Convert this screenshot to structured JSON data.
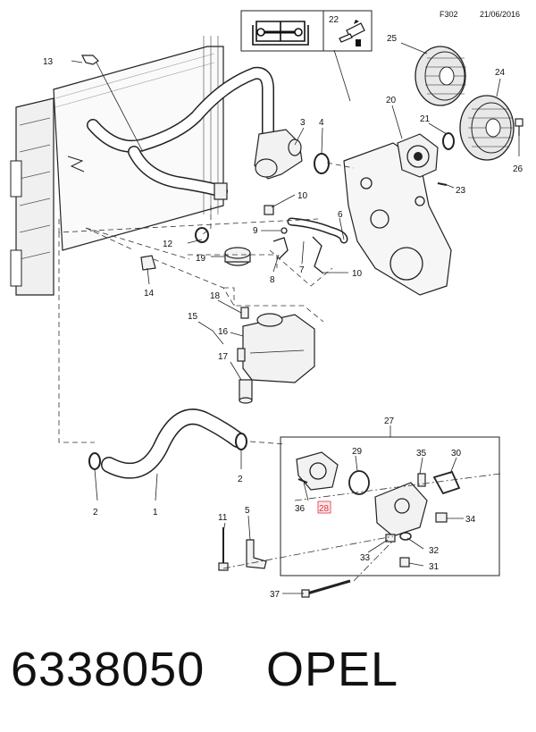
{
  "header": {
    "code": "F302",
    "date": "21/06/2016"
  },
  "footer": {
    "part_number": "6338050",
    "brand": "OPEL"
  },
  "callouts": {
    "c1": "1",
    "c2a": "2",
    "c2b": "2",
    "c3": "3",
    "c4": "4",
    "c5": "5",
    "c6": "6",
    "c7": "7",
    "c8": "8",
    "c9": "9",
    "c10a": "10",
    "c10b": "10",
    "c11": "11",
    "c12": "12",
    "c13": "13",
    "c14": "14",
    "c15": "15",
    "c16": "16",
    "c17": "17",
    "c18": "18",
    "c19": "19",
    "c20": "20",
    "c21": "21",
    "c22": "22",
    "c23": "23",
    "c24": "24",
    "c25": "25",
    "c26": "26",
    "c27": "27",
    "c28": "28",
    "c29": "29",
    "c30": "30",
    "c31": "31",
    "c32": "32",
    "c33": "33",
    "c34": "34",
    "c35": "35",
    "c36": "36",
    "c37": "37"
  },
  "highlight_color": "#e0303a",
  "icons": {
    "manual": "book-wrench-icon",
    "sealant": "sealant-tube-icon"
  }
}
